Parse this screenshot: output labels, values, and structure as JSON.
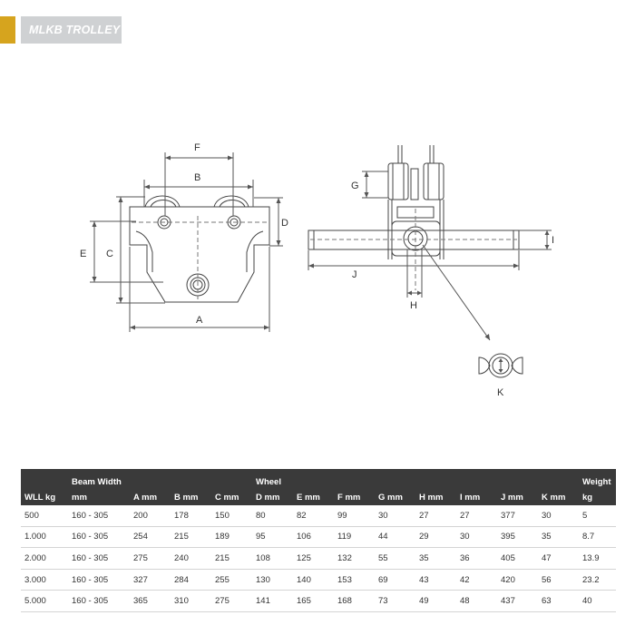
{
  "header": {
    "title": "MLKB TROLLEY",
    "accent_color": "#d6a41e",
    "label_bg": "#cfd1d3"
  },
  "diagram": {
    "dims": {
      "F": "F",
      "B": "B",
      "D": "D",
      "E": "E",
      "C": "C",
      "A": "A",
      "G": "G",
      "I": "I",
      "J": "J",
      "H": "H",
      "K": "K"
    }
  },
  "table": {
    "header_top": [
      "",
      "Beam Width",
      "",
      "",
      "",
      "Wheel",
      "",
      "",
      "",
      "",
      "",
      "",
      "",
      "Weight"
    ],
    "header_bottom": [
      "WLL kg",
      "mm",
      "A mm",
      "B mm",
      "C mm",
      "D mm",
      "E mm",
      "F mm",
      "G mm",
      "H mm",
      "I mm",
      "J mm",
      "K mm",
      "kg"
    ],
    "rows": [
      [
        "500",
        "160 - 305",
        "200",
        "178",
        "150",
        "80",
        "82",
        "99",
        "30",
        "27",
        "27",
        "377",
        "30",
        "5"
      ],
      [
        "1.000",
        "160 - 305",
        "254",
        "215",
        "189",
        "95",
        "106",
        "119",
        "44",
        "29",
        "30",
        "395",
        "35",
        "8.7"
      ],
      [
        "2.000",
        "160 - 305",
        "275",
        "240",
        "215",
        "108",
        "125",
        "132",
        "55",
        "35",
        "36",
        "405",
        "47",
        "13.9"
      ],
      [
        "3.000",
        "160 - 305",
        "327",
        "284",
        "255",
        "130",
        "140",
        "153",
        "69",
        "43",
        "42",
        "420",
        "56",
        "23.2"
      ],
      [
        "5.000",
        "160 - 305",
        "365",
        "310",
        "275",
        "141",
        "165",
        "168",
        "73",
        "49",
        "48",
        "437",
        "63",
        "40"
      ]
    ]
  }
}
